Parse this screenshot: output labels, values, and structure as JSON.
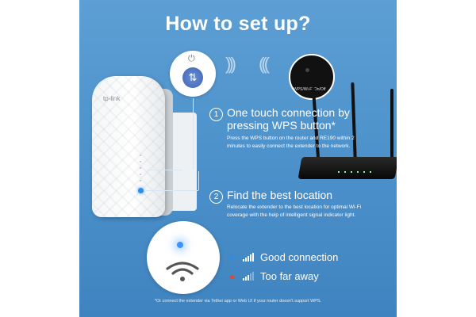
{
  "title": "How to set up?",
  "device": {
    "logo": "tp-link"
  },
  "router": {
    "button_label": "WPS/Wi-Fi On/Off"
  },
  "steps": [
    {
      "number": "1",
      "title": "One touch connection by pressing WPS button*",
      "description": "Press the WPS button on the router and RE190 within 2 minutes to easily connect the extender to the network."
    },
    {
      "number": "2",
      "title": "Find the best location",
      "description": "Relocate the extender to the best location for optimal Wi-Fi coverage with the help of intelligent signal indicator light."
    }
  ],
  "legend": [
    {
      "label": "Good connection",
      "dot_color": "#2e8ce8",
      "icon": "signal-bars-full-icon"
    },
    {
      "label": "Too far away",
      "dot_color": "#e5462b",
      "icon": "signal-bars-partial-icon"
    }
  ],
  "footnote": "*Or connect the extender via Tether app or Web UI if your router doesn't support WPS.",
  "colors": {
    "background": "#4b90ca",
    "good_led": "#2e8ce8",
    "bad_led": "#e5462b"
  }
}
